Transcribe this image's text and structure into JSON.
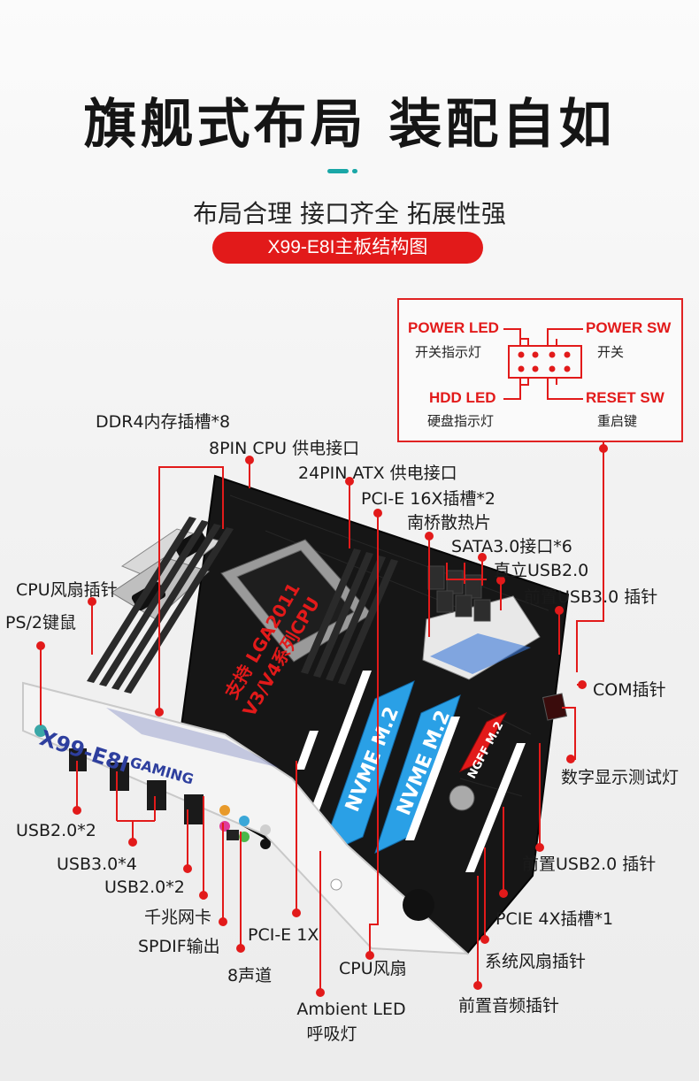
{
  "header": {
    "title": "旗舰式布局 装配自如",
    "subtitle": "布局合理  接口齐全  拓展性强",
    "badge": "X99-E8I主板结构图"
  },
  "colors": {
    "accent_red": "#e21a1a",
    "divider_teal": "#1aa7a7",
    "board_black": "#161616",
    "slot_blue": "#2aa0e6"
  },
  "pin_header": {
    "power_led": {
      "name": "POWER LED",
      "desc": "开关指示灯"
    },
    "power_sw": {
      "name": "POWER SW",
      "desc": "开关"
    },
    "hdd_led": {
      "name": "HDD  LED",
      "desc": "硬盘指示灯"
    },
    "reset_sw": {
      "name": "RESET SW",
      "desc": "重启键"
    }
  },
  "board_text": {
    "io_model": "X99-E8I",
    "io_brand": "GAMING",
    "cpu_note_line1": "支持 LGA2011",
    "cpu_note_line2": "V3/V4系列CPU",
    "m2_slot_1": "NVME M.2",
    "m2_slot_2": "NVME M.2",
    "ngff_slot": "NGFF M.2"
  },
  "labels": {
    "ddr4": "DDR4内存插槽*8",
    "cpu_8pin": "8PIN CPU 供电接口",
    "atx_24pin": "24PIN ATX 供电接口",
    "pcie16": "PCI-E 16X插槽*2",
    "southbridge": "南桥散热片",
    "sata": "SATA3.0接口*6",
    "usb2_vertical": "直立USB2.0",
    "front_usb3": "前置USB3.0 插针",
    "com": "COM插针",
    "debug_led": "数字显示测试灯",
    "front_usb2": "前置USB2.0 插针",
    "pcie4": "PCIE 4X插槽*1",
    "sys_fan": "系统风扇插针",
    "front_audio": "前置音频插针",
    "ambient_led_1": "Ambient LED",
    "ambient_led_2": "呼吸灯",
    "cpu_fan_bottom": "CPU风扇",
    "pcie1": "PCI-E 1X",
    "audio8": "8声道",
    "spdif": "SPDIF输出",
    "lan": "千兆网卡",
    "usb2_rear_b": "USB2.0*2",
    "usb3_rear": "USB3.0*4",
    "usb2_rear_a": "USB2.0*2",
    "ps2": "PS/2键鼠",
    "cpu_fan_header": "CPU风扇插针"
  }
}
